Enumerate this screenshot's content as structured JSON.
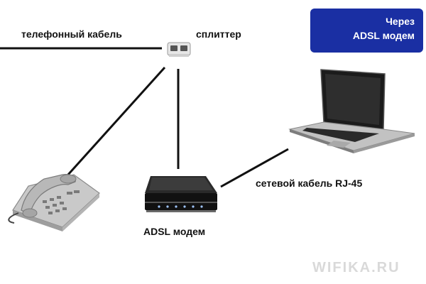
{
  "labels": {
    "phone_cable": "телефонный кабель",
    "splitter": "сплиттер",
    "modem": "ADSL модем",
    "lan_cable": "сетевой кабель RJ-45"
  },
  "badge": {
    "line1": "Через",
    "line2": "ADSL модем"
  },
  "watermark": "WIFIKA.RU",
  "devices": {
    "splitter_icon": "splitter-icon",
    "phone_icon": "telephone-icon",
    "modem_icon": "adsl-modem-icon",
    "laptop_icon": "laptop-icon"
  },
  "colors": {
    "badge": "#1a2fa3",
    "cable": "#111111",
    "watermark": "#d9d9d9"
  }
}
